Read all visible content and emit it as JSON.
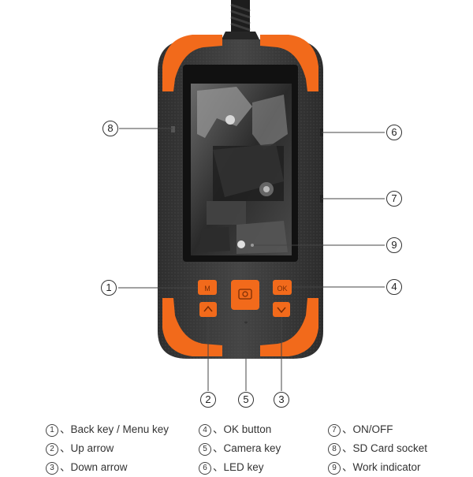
{
  "callouts": {
    "c1": "1",
    "c2": "2",
    "c3": "3",
    "c4": "4",
    "c5": "5",
    "c6": "6",
    "c7": "7",
    "c8": "8",
    "c9": "9"
  },
  "buttons": {
    "back_menu": "M",
    "ok": "OK"
  },
  "legend": [
    {
      "num": "1",
      "label": "、Back key / Menu key"
    },
    {
      "num": "4",
      "label": "、OK button"
    },
    {
      "num": "7",
      "label": "、ON/OFF"
    },
    {
      "num": "2",
      "label": "、Up arrow"
    },
    {
      "num": "5",
      "label": "、Camera key"
    },
    {
      "num": "8",
      "label": "、SD Card socket"
    },
    {
      "num": "3",
      "label": "、Down arrow"
    },
    {
      "num": "6",
      "label": "、LED key"
    },
    {
      "num": "9",
      "label": "、Work indicator"
    }
  ],
  "colors": {
    "body": "#3d3d3d",
    "bumper": "#f26a1b",
    "screen_bezel": "#111111",
    "button_orange": "#f26a1b"
  }
}
